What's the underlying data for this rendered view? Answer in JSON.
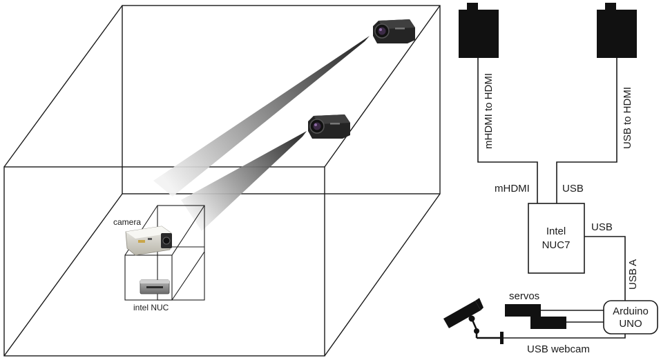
{
  "scene": {
    "camera_label": "camera",
    "nuc_label": "intel NUC"
  },
  "schematic": {
    "cable_left_label": "mHDMI to HDMI",
    "cable_right_label": "USB to HDMI",
    "port_mhdmi_label": "mHDMI",
    "port_usb_top_label": "USB",
    "nuc_line1": "Intel",
    "nuc_line2": "NUC7",
    "port_usb_right_label": "USB",
    "usb_a_label": "USB A",
    "servos_label": "servos",
    "arduino_line1": "Arduino",
    "arduino_line2": "UNO",
    "webcam_label": "USB webcam"
  }
}
